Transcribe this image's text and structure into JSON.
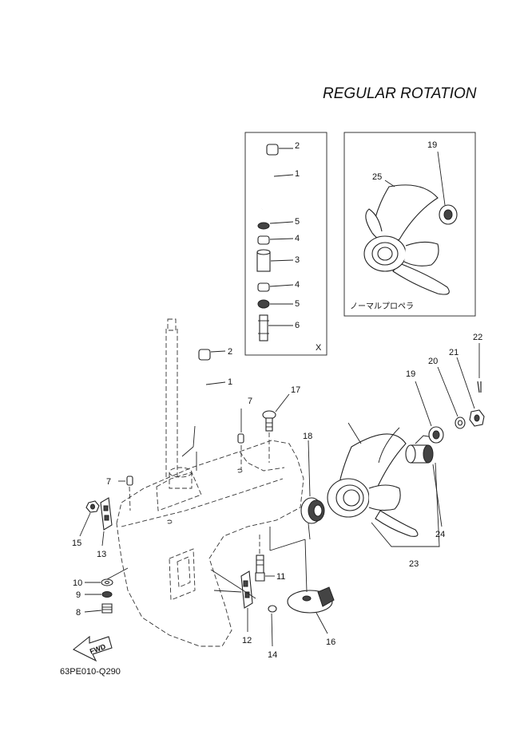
{
  "title": "REGULAR ROTATION",
  "drawing_code": "63PE010-Q290",
  "inset_x_label": "X",
  "inset_prop_caption": "ノーマルプロペラ",
  "fwd_label": "FWD",
  "inset_x_callouts": [
    "2",
    "1",
    "5",
    "4",
    "3",
    "4",
    "5",
    "6"
  ],
  "inset_prop_callouts": [
    "19",
    "25"
  ],
  "main_callouts": {
    "c2": "2",
    "c1": "1",
    "c7a": "7",
    "c17": "17",
    "c18": "18",
    "c19": "19",
    "c20": "20",
    "c21": "21",
    "c22": "22",
    "c7b": "7",
    "c15": "15",
    "c13": "13",
    "c10": "10",
    "c9": "9",
    "c8": "8",
    "c11": "11",
    "c12": "12",
    "c14": "14",
    "c16": "16",
    "c23": "23",
    "c24": "24"
  }
}
